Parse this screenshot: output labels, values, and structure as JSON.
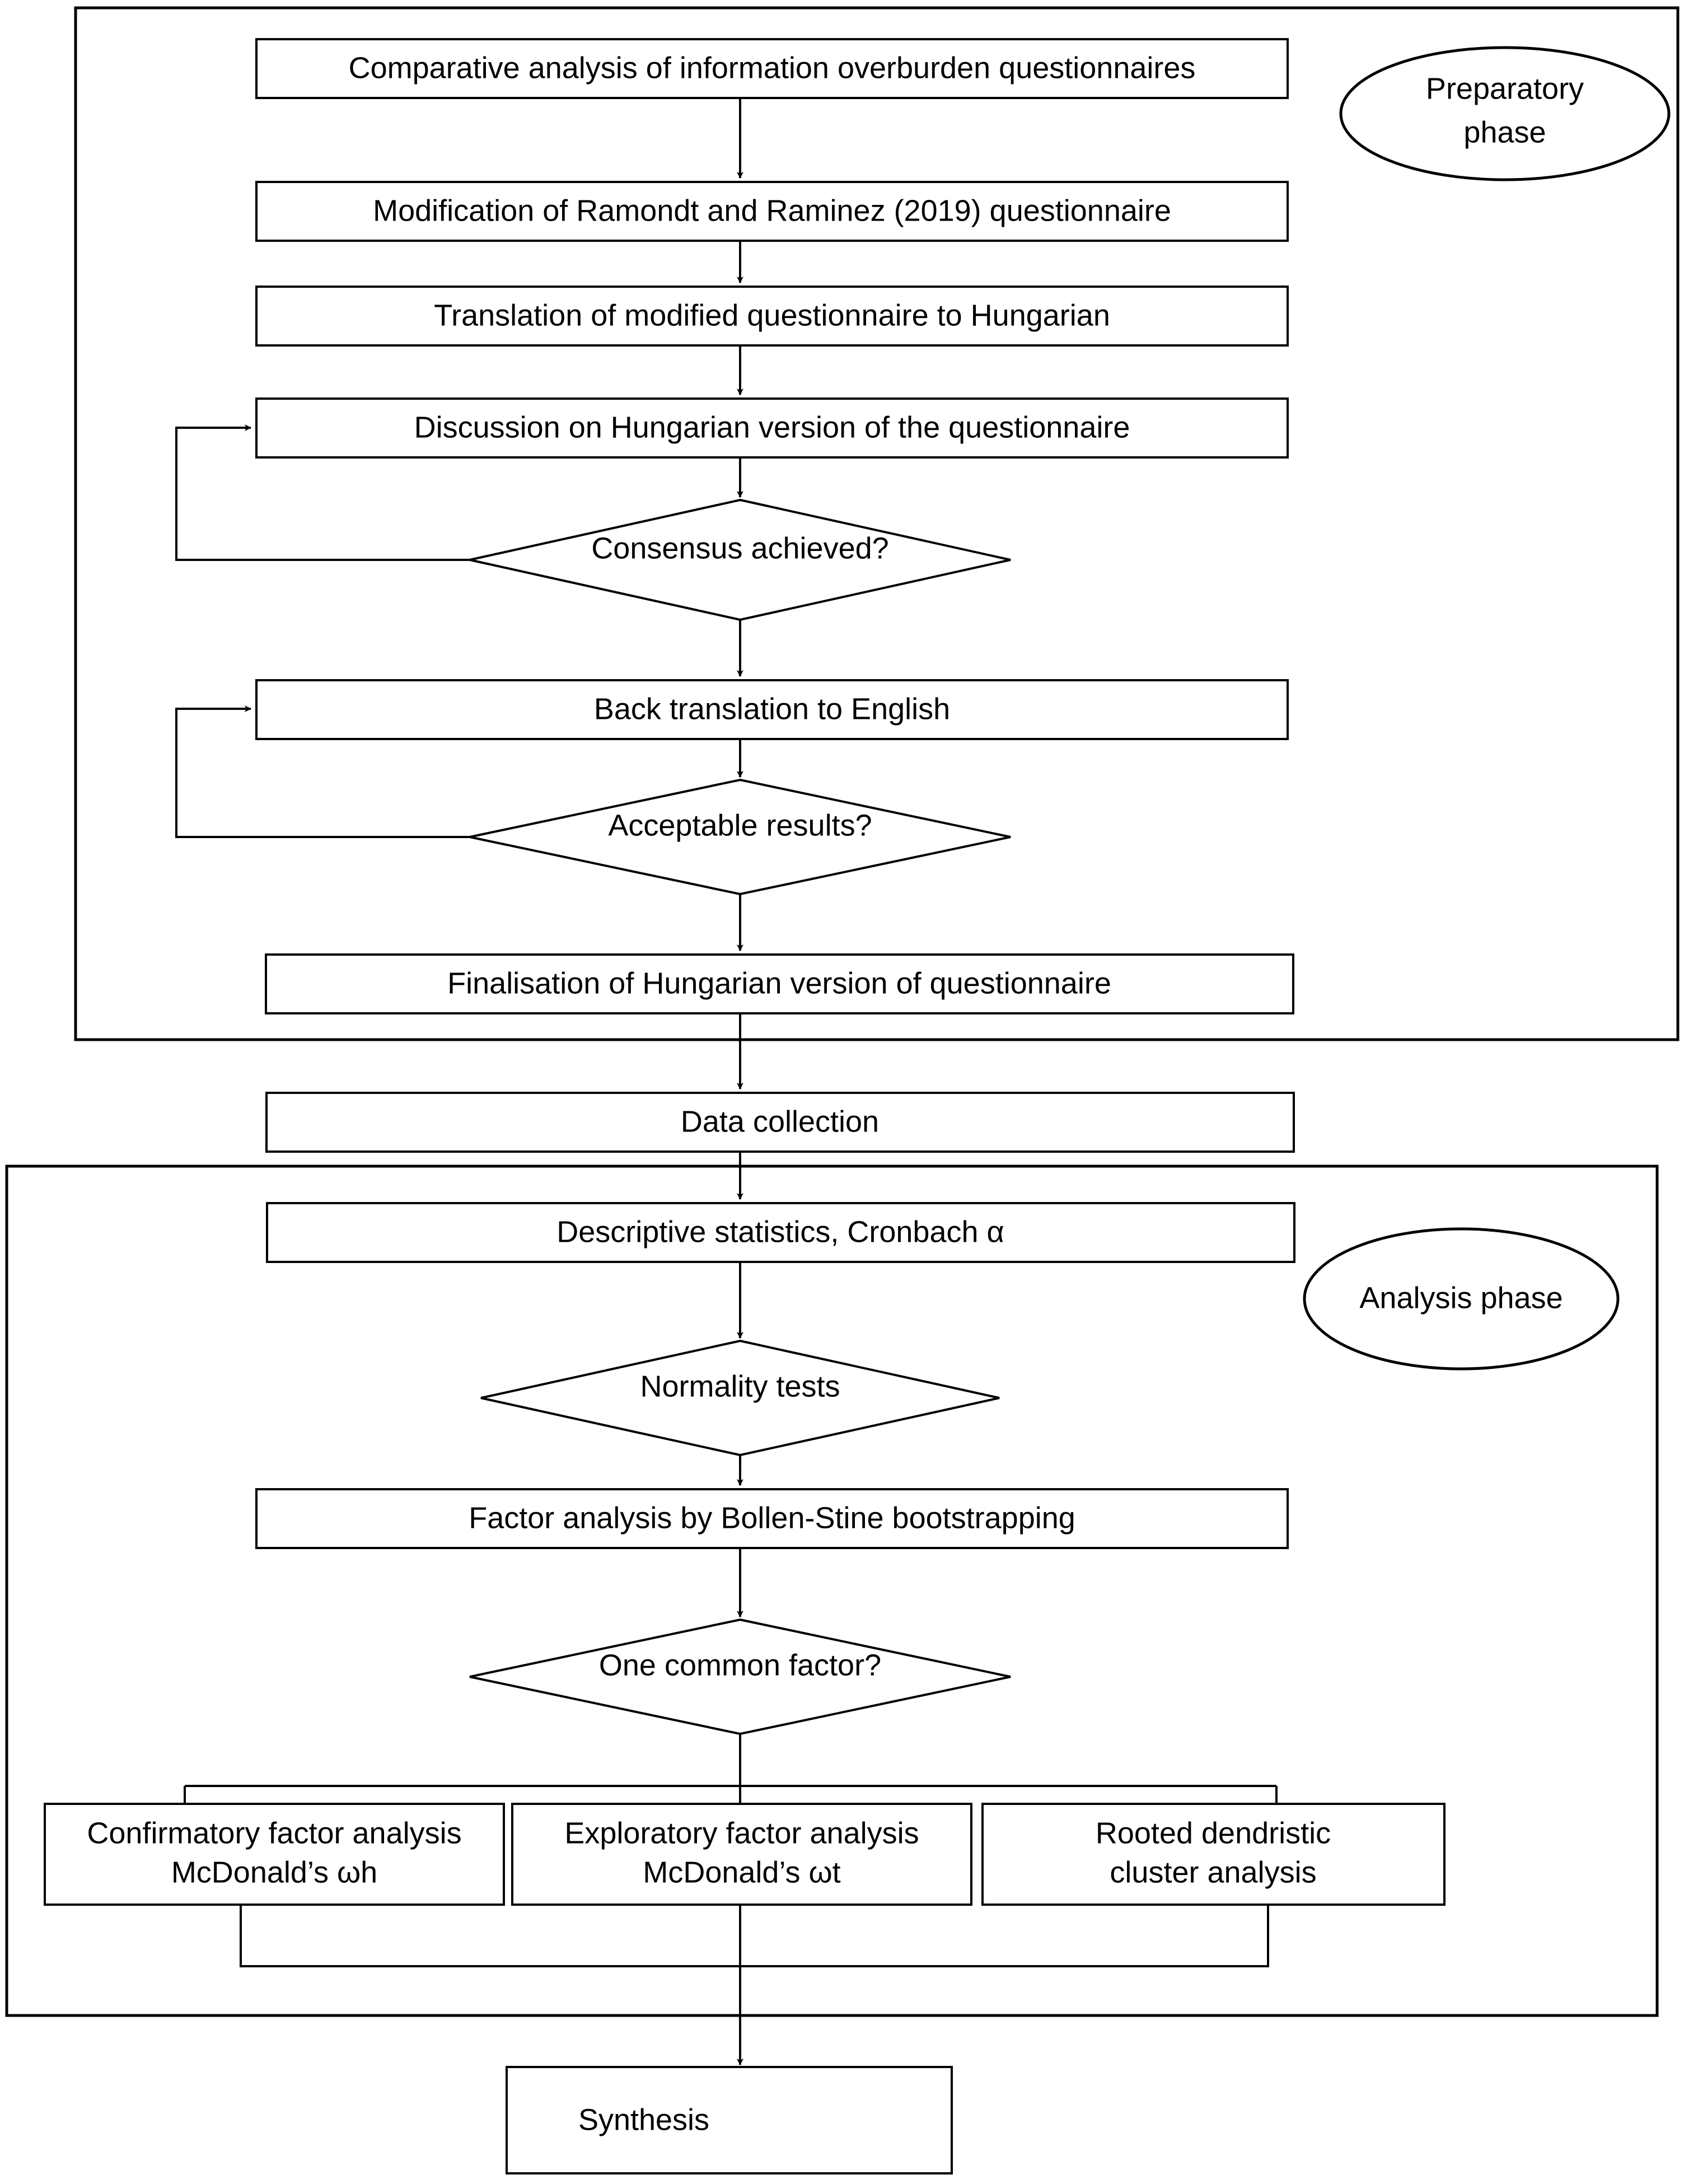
{
  "diagram": {
    "title": "Research methodology flowchart",
    "type": "flowchart",
    "colors": {
      "background": "#ffffff",
      "stroke": "#000000",
      "fill": "#ffffff"
    }
  },
  "phases": {
    "preparatory": {
      "label_line1": "Preparatory",
      "label_line2": "phase"
    },
    "analysis": {
      "label": "Analysis phase"
    }
  },
  "nodes": {
    "comparative_analysis": "Comparative analysis of information overburden questionnaires",
    "modification": "Modification of Ramondt and Raminez (2019) questionnaire",
    "translation": "Translation of modified questionnaire to Hungarian",
    "discussion": "Discussion on Hungarian version of the questionnaire",
    "consensus": "Consensus achieved?",
    "back_translation": "Back translation to English",
    "acceptable": "Acceptable results?",
    "finalisation": "Finalisation of Hungarian version of questionnaire",
    "data_collection": "Data collection",
    "descriptive": "Descriptive statistics, Cronbach α",
    "normality": "Normality tests",
    "factor_analysis": "Factor analysis by Bollen-Stine bootstrapping",
    "one_common_factor": "One common factor?",
    "cfa_line1": "Confirmatory factor analysis",
    "cfa_line2": "McDonald’s ωh",
    "efa_line1": "Exploratory factor analysis",
    "efa_line2": "McDonald’s ωt",
    "cluster_line1": "Rooted dendristic",
    "cluster_line2": "cluster analysis",
    "synthesis": "Synthesis"
  }
}
